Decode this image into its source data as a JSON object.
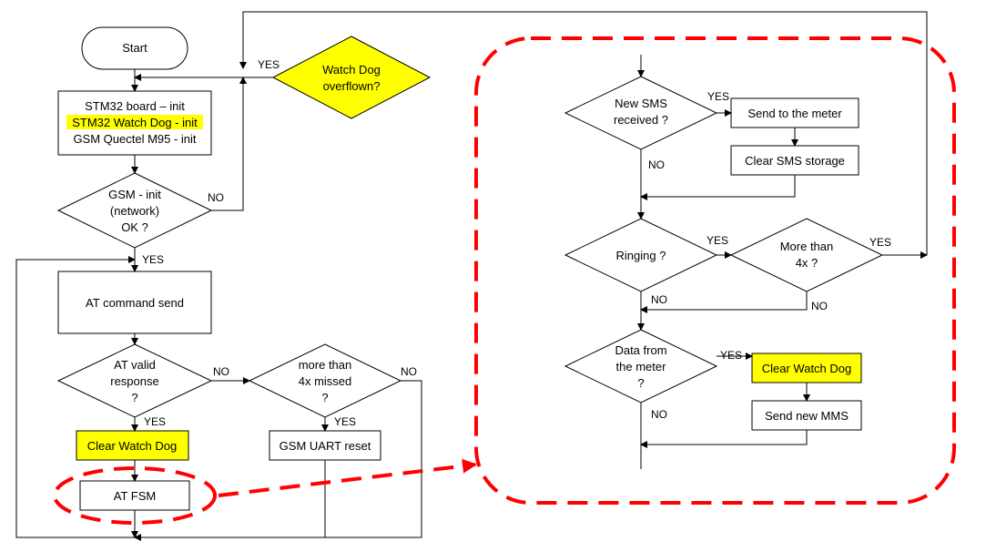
{
  "nodes": {
    "start": "Start",
    "init_line1": "STM32 board – init",
    "init_line2": "STM32 Watch Dog - init",
    "init_line3": "GSM Quectel M95 - init",
    "watchdog_line1": "Watch Dog",
    "watchdog_line2": "overflown?",
    "gsm_line1": "GSM - init",
    "gsm_line2": "(network)",
    "gsm_line3": "OK ?",
    "at_send": "AT command send",
    "at_valid_line1": "AT valid",
    "at_valid_line2": "response",
    "at_valid_line3": "?",
    "missed_line1": "more than",
    "missed_line2": "4x missed",
    "missed_line3": "?",
    "clear_wd_left": "Clear Watch Dog",
    "uart_reset": "GSM UART reset",
    "at_fsm": "AT FSM",
    "sms_line1": "New SMS",
    "sms_line2": "received ?",
    "send_meter": "Send to the meter",
    "clear_sms": "Clear SMS storage",
    "ringing": "Ringing ?",
    "more4x_line1": "More than",
    "more4x_line2": "4x ?",
    "data_line1": "Data from",
    "data_line2": "the meter",
    "data_line3": "?",
    "clear_wd_right": "Clear Watch Dog",
    "send_mms": "Send new MMS"
  },
  "labels": {
    "yes": "YES",
    "no": "NO"
  },
  "colors": {
    "highlight": "#ffff00",
    "callout": "#ff0000"
  }
}
